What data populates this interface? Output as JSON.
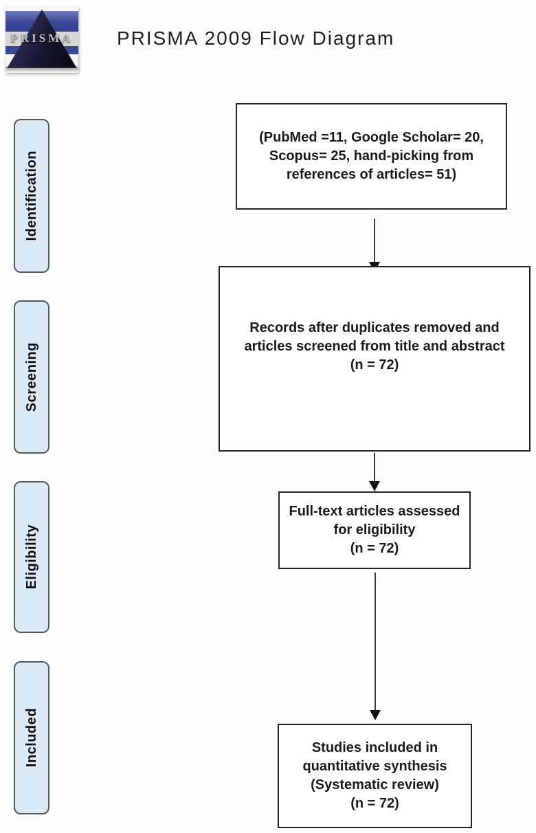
{
  "page": {
    "title": "PRISMA 2009 Flow Diagram",
    "logo_wordmark": "PRISMA"
  },
  "sidebar": {
    "stages": [
      {
        "label": "Identification"
      },
      {
        "label": "Screening"
      },
      {
        "label": "Eligibility"
      },
      {
        "label": "Included"
      }
    ]
  },
  "flow": {
    "boxes": [
      {
        "name": "records-identified-sources",
        "lines": [
          "(PubMed =11, Google Scholar= 20,",
          "Scopus= 25, hand-picking from",
          "references of articles= 51)"
        ]
      },
      {
        "name": "records-after-duplicates",
        "lines": [
          "Records after duplicates removed and",
          "articles screened from title and abstract",
          "(n = 72)"
        ]
      },
      {
        "name": "fulltext-assessed",
        "lines": [
          "Full-text articles assessed",
          "for eligibility",
          "(n = 72)"
        ]
      },
      {
        "name": "studies-included",
        "lines": [
          "Studies included in",
          "quantitative synthesis",
          "(Systematic review)",
          "(n = 72)"
        ]
      }
    ]
  },
  "colors": {
    "stage_fill": "#d9eaf6",
    "stage_border": "#54585b",
    "box_border": "#242424",
    "arrow": "#2e2e2e",
    "logo_blue": "#3a4896",
    "logo_gray_band": "#d8d7d5",
    "title_text": "#1f1f1f"
  }
}
